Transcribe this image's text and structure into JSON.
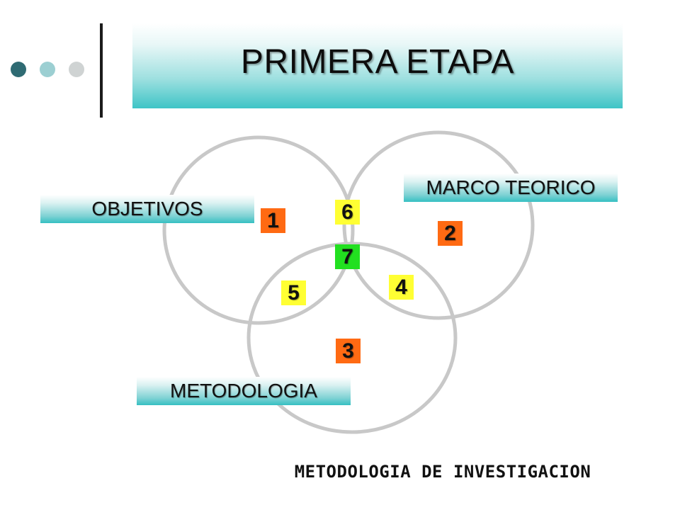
{
  "title": "PRIMERA ETAPA",
  "labels": {
    "objetivos": "OBJETIVOS",
    "marco_teorico": "MARCO TEORICO",
    "metodologia": "METODOLOGIA"
  },
  "regions": [
    {
      "key": "n1",
      "number": "1",
      "color": "#ff6a13"
    },
    {
      "key": "n2",
      "number": "2",
      "color": "#ff6a13"
    },
    {
      "key": "n3",
      "number": "3",
      "color": "#ff6a13"
    },
    {
      "key": "n4",
      "number": "4",
      "color": "#ffff33"
    },
    {
      "key": "n5",
      "number": "5",
      "color": "#ffff33"
    },
    {
      "key": "n6",
      "number": "6",
      "color": "#ffff33"
    },
    {
      "key": "n7",
      "number": "7",
      "color": "#22e020"
    }
  ],
  "footer": "METODOLOGIA DE INVESTIGACION",
  "colors": {
    "accent_teal": "#3ec4c6",
    "circle_stroke": "#c8c8c8",
    "dot_dark": "#2f6b73",
    "dot_light": "#9ccfd2",
    "dot_gray": "#cfd3d3"
  }
}
